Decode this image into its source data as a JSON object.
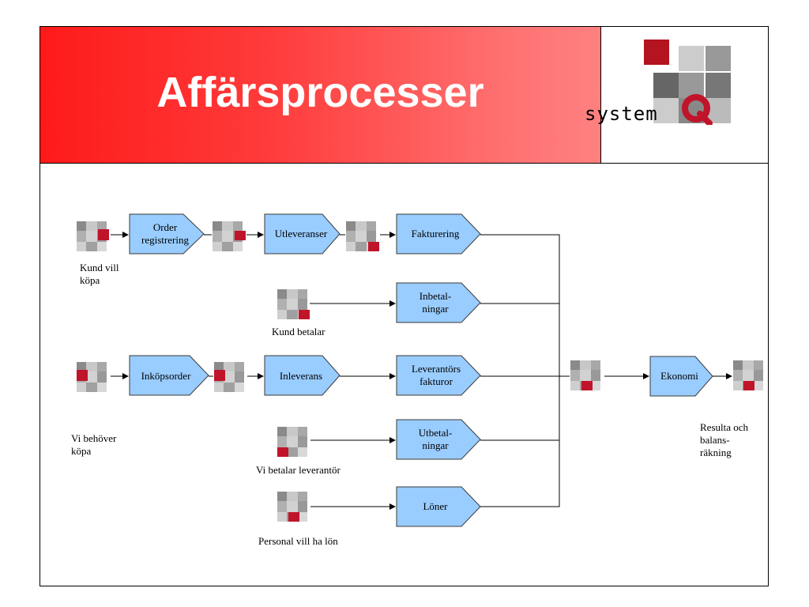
{
  "title": "Affärsprocesser",
  "logo": {
    "text": "system",
    "accent_color": "#c0142a"
  },
  "processes": {
    "order": "Order registrering",
    "utlev": "Utleveranser",
    "fakt": "Fakturering",
    "inbet": "Inbetal-\nningar",
    "inkop": "Inköpsorder",
    "inlev": "Inleverans",
    "levfakt": "Leverantörs fakturor",
    "utbet": "Utbetal-\nningar",
    "loner": "Löner",
    "ekonomi": "Ekonomi"
  },
  "events": {
    "kund_vill": "Kund vill köpa",
    "kund_betalar": "Kund betalar",
    "vi_behover": "Vi behöver köpa",
    "vi_betalar": "Vi betalar leverantör",
    "personal": "Personal vill ha lön",
    "resultat": "Resulta och balans-\nräkning"
  },
  "colors": {
    "process_fill": "#99ccff",
    "band": "#ff3333",
    "event_red": "#c0142a"
  }
}
